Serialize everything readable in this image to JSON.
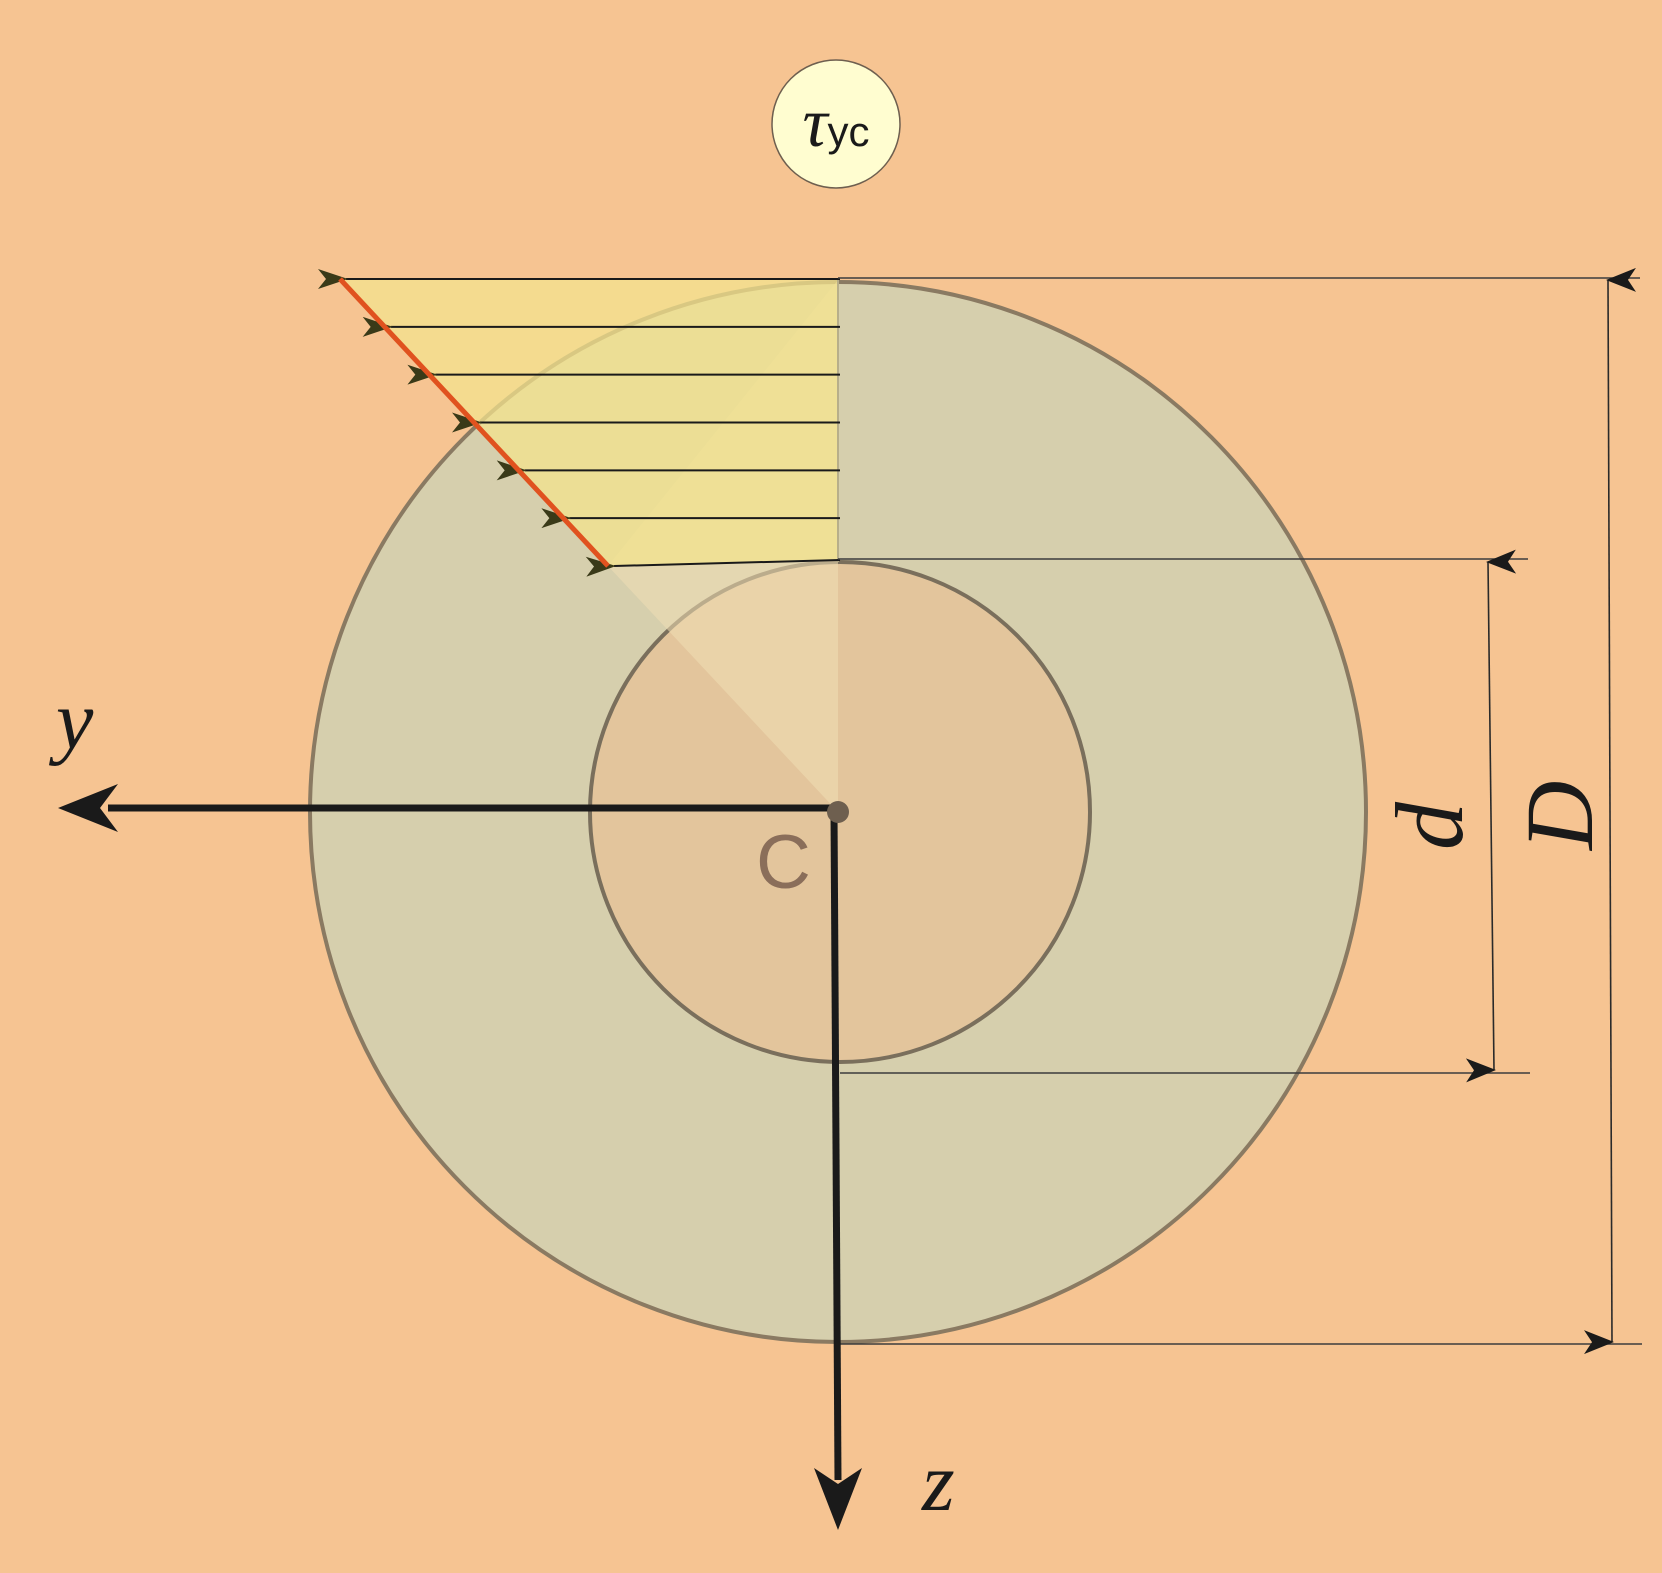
{
  "colors": {
    "background": "#f6c492",
    "ring_fill": "#d6cfad",
    "inner_fill": "#e3c59c",
    "ring_stroke": "#8a7a62",
    "stress_fill": "#f3e38d",
    "stress_edge": "#e0521f",
    "arrow": "#1a1a1a",
    "badge_fill": "#fffdd0"
  },
  "badge": {
    "symbol": "τ",
    "subscript": "yc"
  },
  "labels": {
    "axis_y": "y",
    "axis_z": "z",
    "center": "C",
    "inner_diameter": "d",
    "outer_diameter": "D"
  },
  "stress_arrows": {
    "count": 7,
    "distribution": "linear"
  }
}
